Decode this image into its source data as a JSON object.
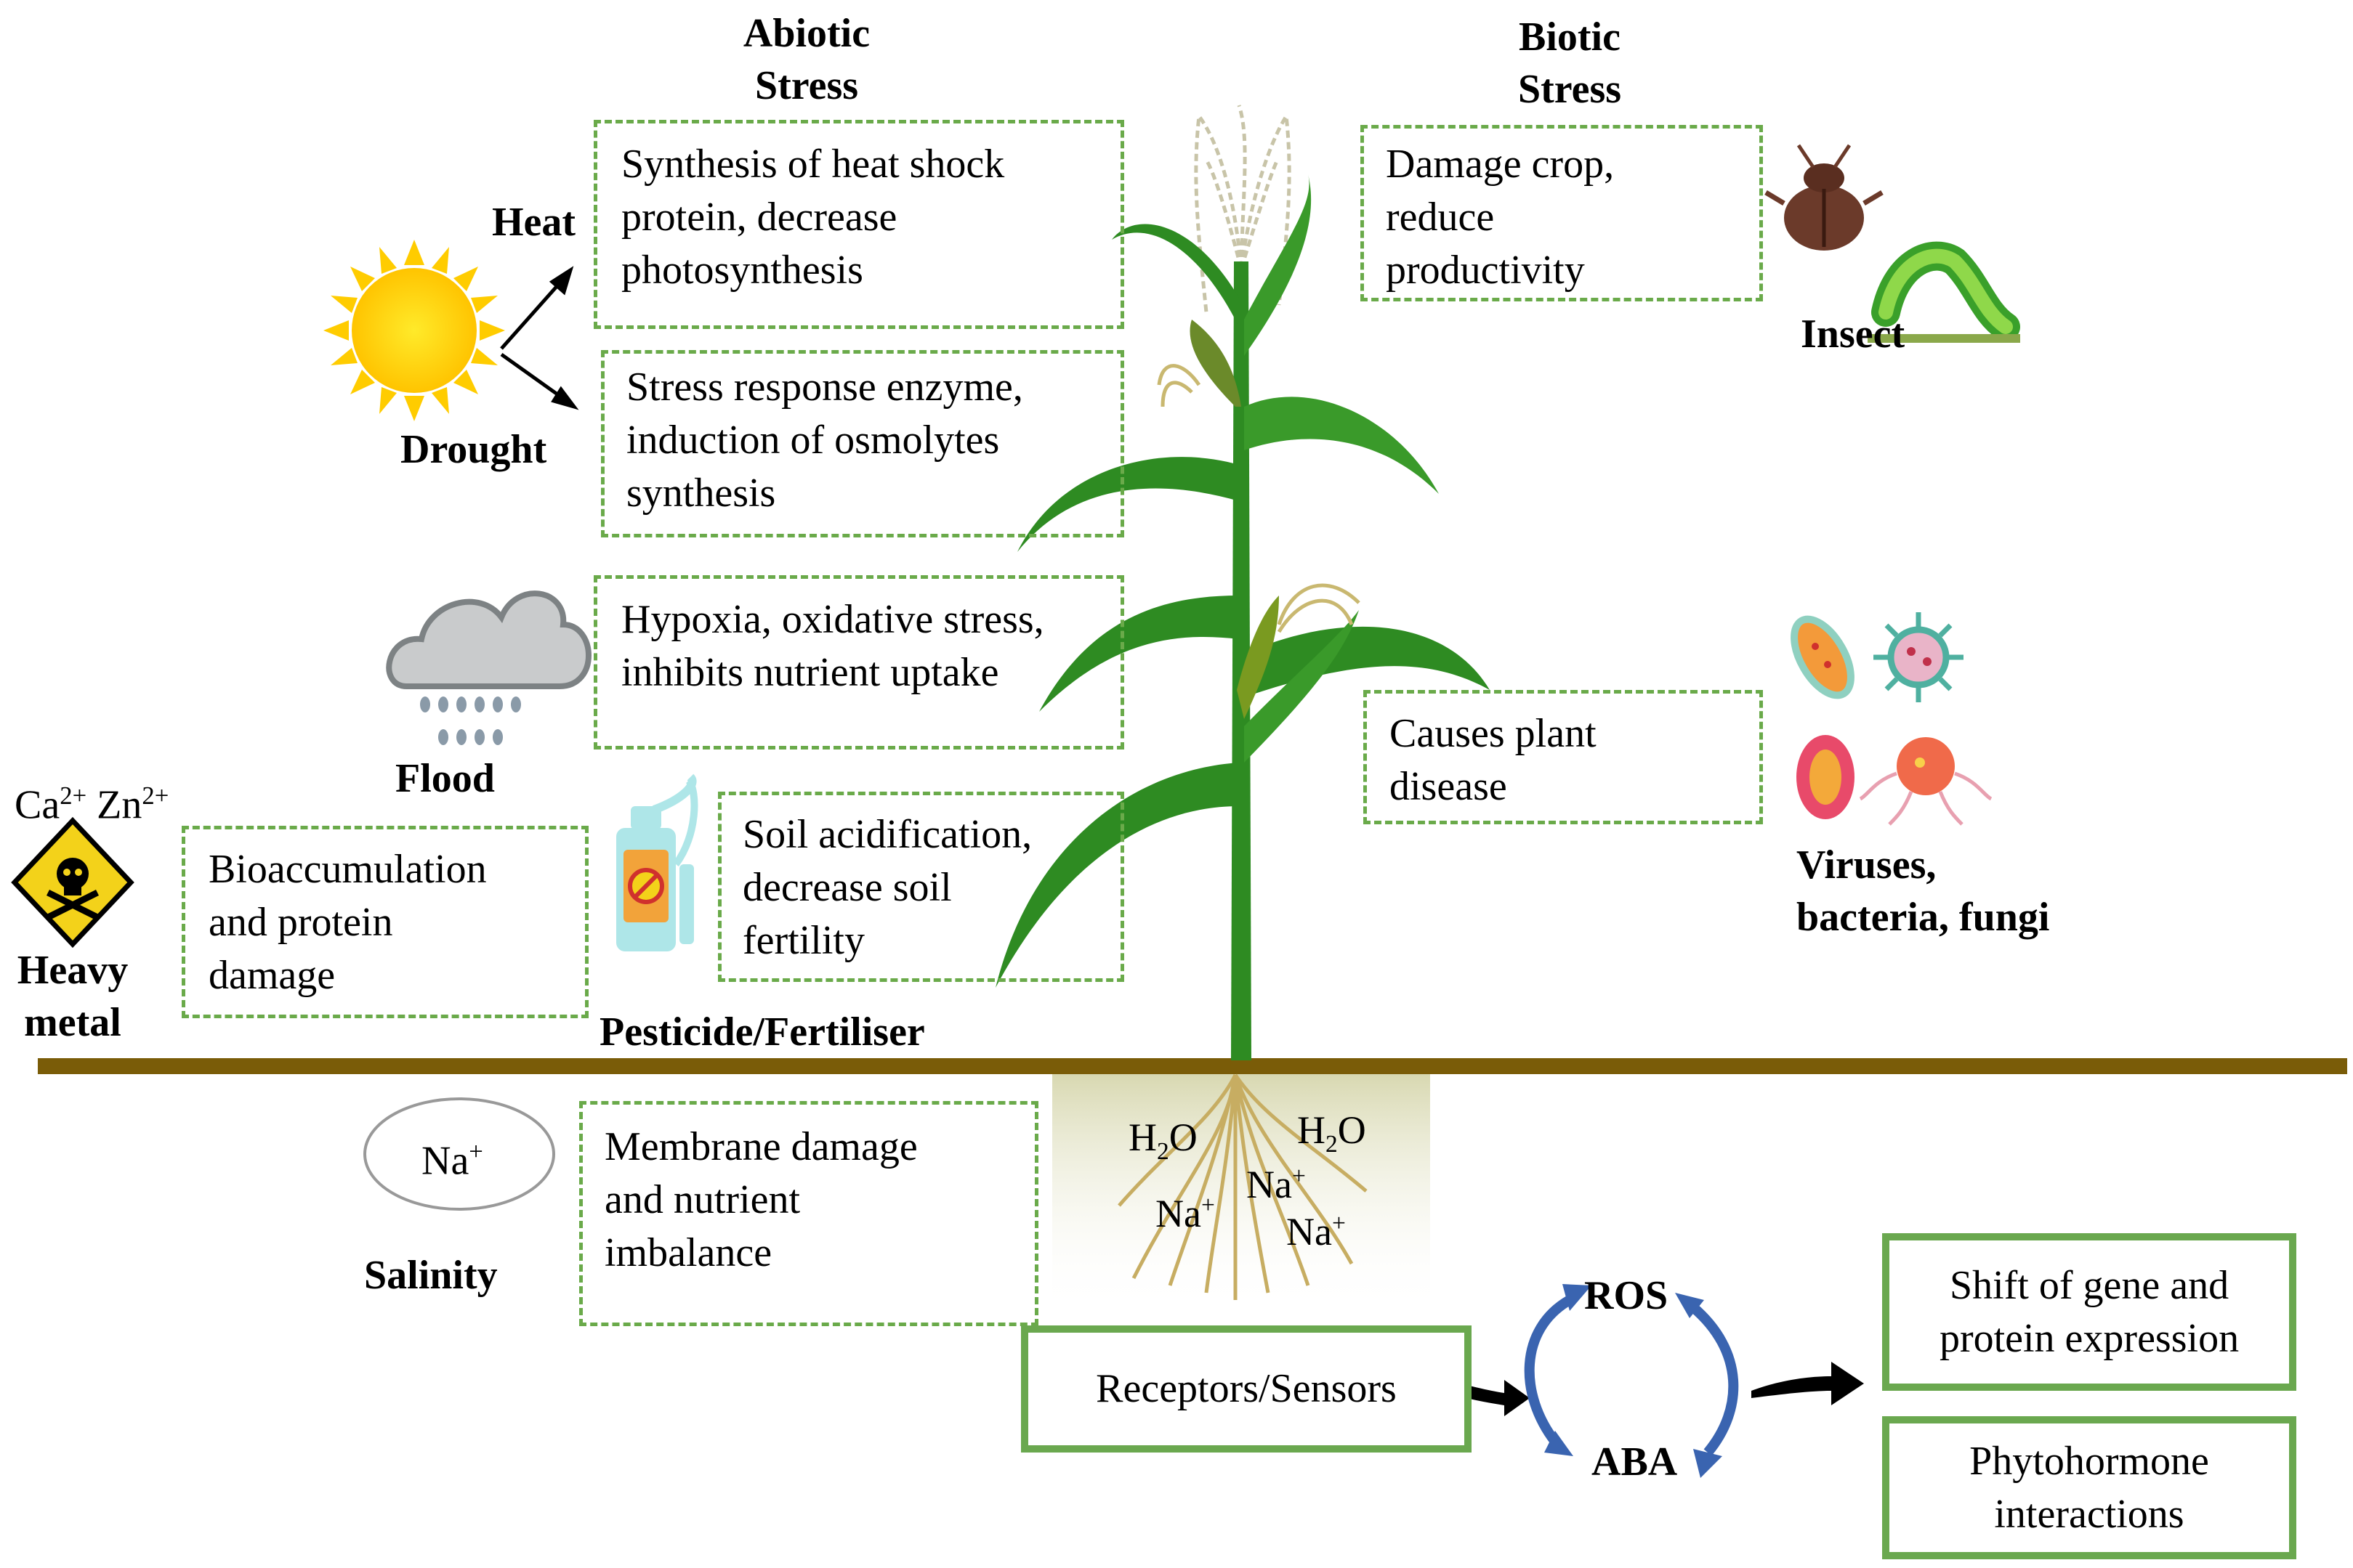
{
  "headers": {
    "abiotic": "Abiotic\nStress",
    "biotic": "Biotic\nStress"
  },
  "stressors": {
    "heat": "Heat",
    "drought": "Drought",
    "flood": "Flood",
    "heavy_metal": "Heavy\nmetal",
    "pesticide": "Pesticide/Fertiliser",
    "salinity": "Salinity",
    "insect": "Insect",
    "pathogens": "Viruses,\nbacteria, fungi"
  },
  "ions": {
    "heavy_metal_ions": [
      "Ca",
      "2+",
      "Zn",
      "2+"
    ],
    "salinity_ion": [
      "Na",
      "+"
    ],
    "root_labels": [
      [
        "H",
        "2",
        "O"
      ],
      [
        "H",
        "2",
        "O"
      ],
      [
        "Na",
        "+"
      ],
      [
        "Na",
        "+"
      ],
      [
        "Na",
        "+"
      ]
    ]
  },
  "effects": {
    "heat": "Synthesis of heat shock\nprotein, decrease\nphotosynthesis",
    "drought": "Stress response enzyme,\ninduction of osmolytes\nsynthesis",
    "flood": "Hypoxia, oxidative stress,\ninhibits nutrient uptake",
    "pesticide": "Soil acidification,\ndecrease soil\nfertility",
    "heavy_metal": "Bioaccumulation\nand protein\ndamage",
    "salinity": "Membrane damage\nand nutrient\nimbalance",
    "insect": "Damage crop,\nreduce\nproductivity",
    "pathogens": "Causes plant\ndisease"
  },
  "signaling": {
    "receptors": "Receptors/Sensors",
    "ros": "ROS",
    "aba": "ABA",
    "outputs": [
      "Shift of gene and\nprotein expression",
      "Phytohormone\ninteractions"
    ]
  },
  "colors": {
    "dashed_border": "#6aaa4a",
    "solid_border": "#6aa84f",
    "ground": "#7a5c08",
    "plant_green": "#2e8b22",
    "cycle_arrow": "#3a64b0"
  }
}
